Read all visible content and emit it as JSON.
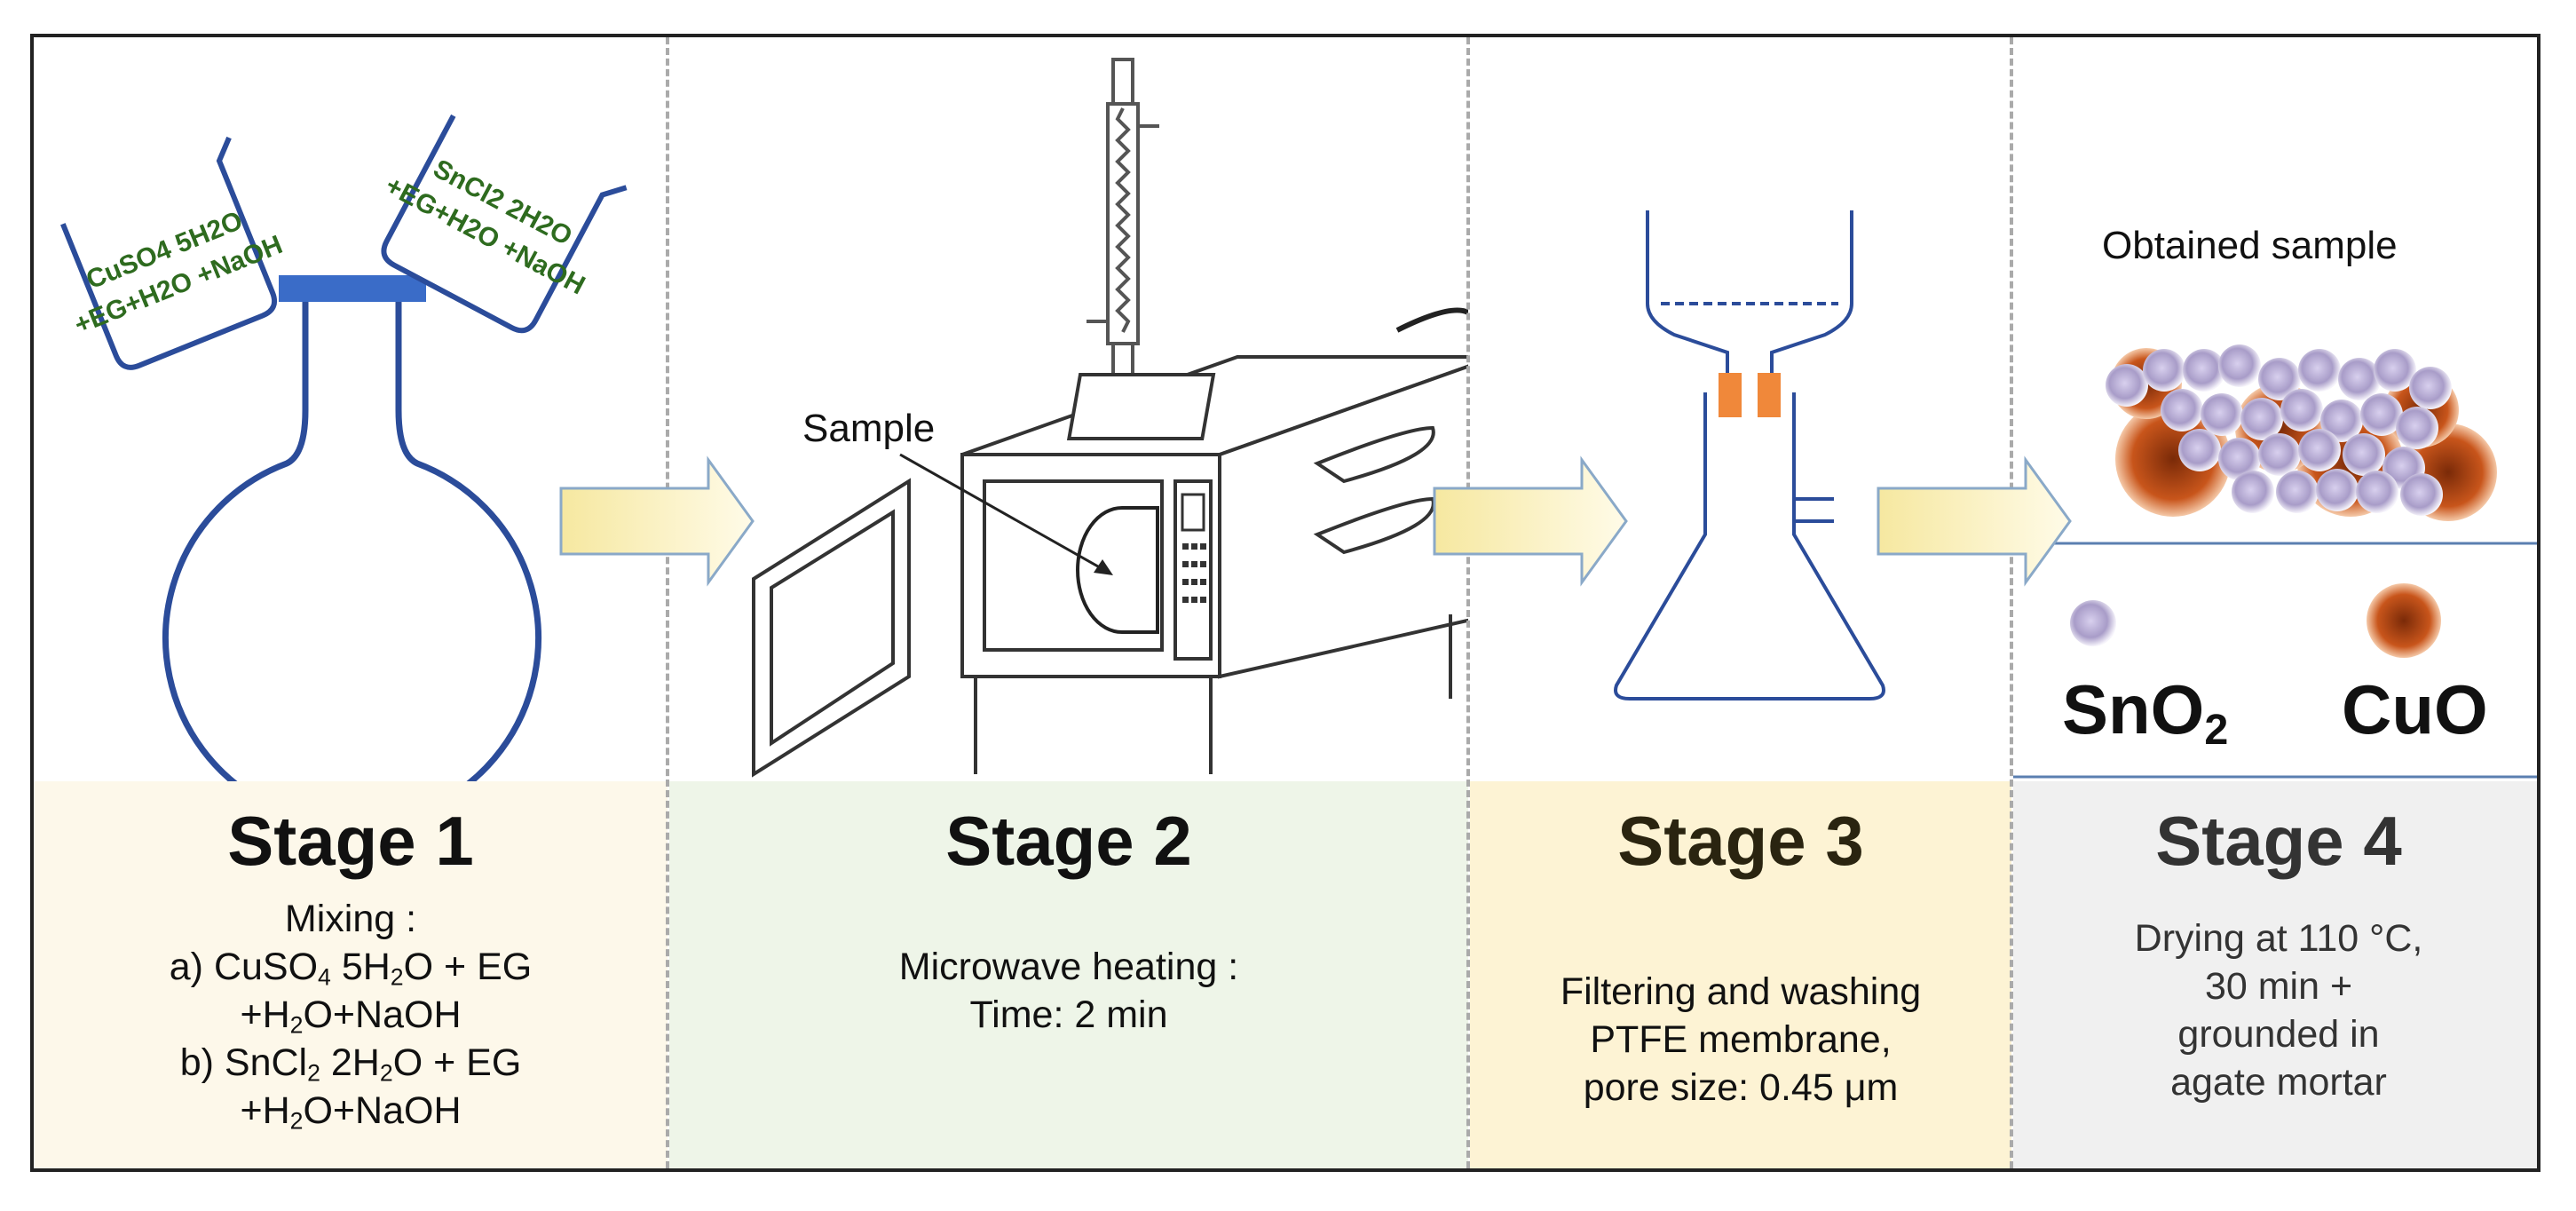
{
  "stage1": {
    "title": "Stage 1",
    "desc_line1": "Mixing :",
    "desc_line2a": "a) CuSO",
    "desc_line2a_sub": "4",
    "desc_line2b": " 5H",
    "desc_line2b_sub": "2",
    "desc_line2c": "O + EG",
    "desc_line3a": "+H",
    "desc_line3a_sub": "2",
    "desc_line3b": "O+NaOH",
    "desc_line4a": "b) SnCl",
    "desc_line4a_sub": "2",
    "desc_line4b": " 2H",
    "desc_line4b_sub": "2",
    "desc_line4c": "O + EG",
    "desc_line5a": "+H",
    "desc_line5a_sub": "2",
    "desc_line5b": "O+NaOH",
    "beaker_left_l1": "CuSO4 5H2O",
    "beaker_left_l2": "+EG+H2O +NaOH",
    "beaker_right_l1": "SnCl2 2H2O",
    "beaker_right_l2": "+EG+H2O +NaOH",
    "bg": "#fdf8ea"
  },
  "stage2": {
    "title": "Stage 2",
    "desc_line1": "Microwave heating :",
    "desc_line2": "Time: 2 min",
    "sample_label": "Sample",
    "bg": "#eef5e8"
  },
  "stage3": {
    "title": "Stage 3",
    "desc_line1": "Filtering and washing",
    "desc_line2": "PTFE membrane,",
    "desc_line3": "pore size: 0.45 μm",
    "bg": "#fdf3d4"
  },
  "stage4": {
    "title": "Stage 4",
    "desc_line1": "Drying at 110 °C,",
    "desc_line2": "30 min +",
    "desc_line3": "grounded in",
    "desc_line4": "agate mortar",
    "obtained_label": "Obtained sample",
    "legend_sno2": "SnO",
    "legend_sno2_sub": "2",
    "legend_cuo": "CuO",
    "bg": "#f0f0f0"
  },
  "colors": {
    "flask": "#2b4c9a",
    "stopper": "#3a6cc8",
    "beaker_text": "#2e6b1f",
    "arrow_fill": "#fbeeb0",
    "arrow_stroke": "#8aa9c8",
    "seal": "#f0883a",
    "sno2": "#c9c0e0",
    "cuo": "#c8551b"
  }
}
